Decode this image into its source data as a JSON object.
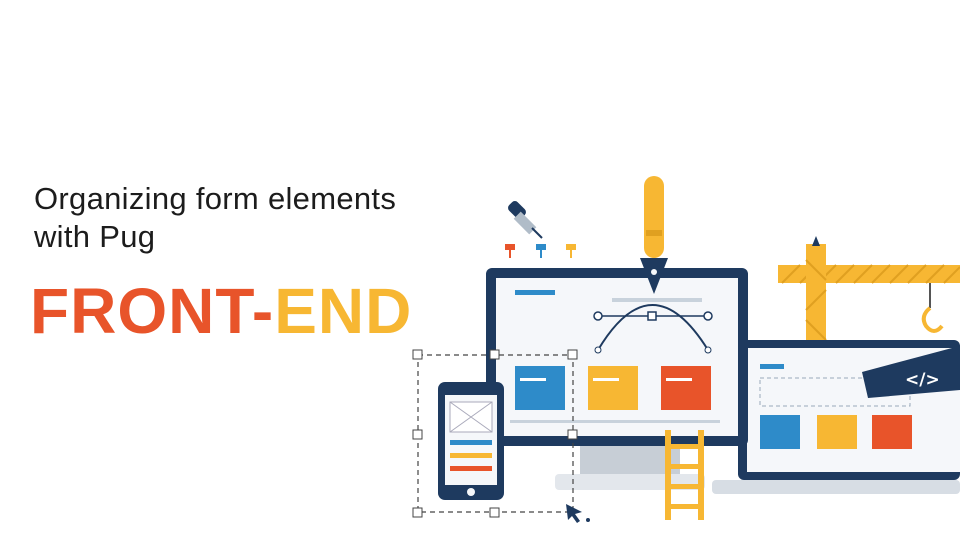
{
  "headline": {
    "line1": "Organizing form elements",
    "line2": "with Pug"
  },
  "tag": {
    "front": "FRONT-",
    "end": "END"
  },
  "illustration": {
    "code_glyph": "</>",
    "colors": {
      "navy": "#1e3a5f",
      "blue": "#2e8bc9",
      "yellow": "#f7b733",
      "orange": "#e8542a",
      "screen": "#f5f7fa"
    },
    "icons": [
      "pen-nib-icon",
      "eyedropper-icon",
      "crane-icon",
      "ladder-icon",
      "pencil-icon",
      "cursor-arrow-icon",
      "code-tag-icon"
    ]
  }
}
